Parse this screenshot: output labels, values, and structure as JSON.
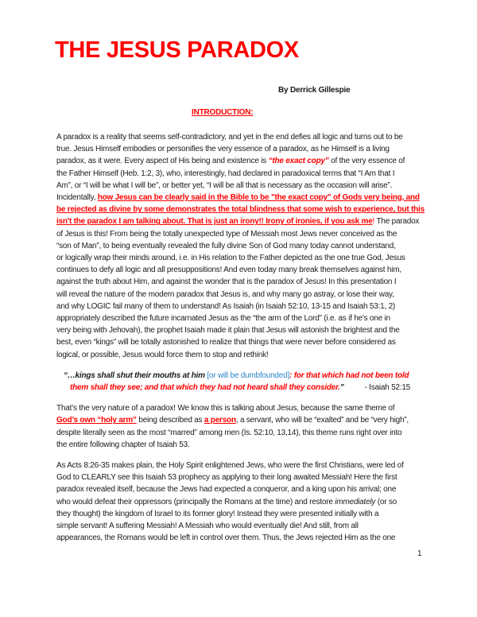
{
  "document": {
    "title": "THE JESUS PARADOX",
    "author": "By Derrick Gillespie",
    "section_heading": "INTRODUCTION:",
    "page_number": "1",
    "colors": {
      "accent_red": "#ff0000",
      "blue": "#2e86c9",
      "text": "#1a1a1a"
    },
    "paragraphs": [
      {
        "type": "body",
        "lines": [
          [
            {
              "s": "n",
              "t": "A paradox is a reality that seems self-contradictory, and yet in the end defies all logic and turns out to be"
            }
          ],
          [
            {
              "s": "n",
              "t": "true. Jesus Himself embodies or personifies the very essence of a paradox, as he Himself is a living"
            }
          ],
          [
            {
              "s": "n",
              "t": "paradox, as it were. Every aspect of His being and existence is "
            },
            {
              "s": "ri",
              "t": "“the exact copy”"
            },
            {
              "s": "n",
              "t": " of the very essence of"
            }
          ],
          [
            {
              "s": "n",
              "t": "the Father Himself (Heb. 1:2, 3), who, interestingly, had declared in paradoxical terms that “I Am that I"
            }
          ],
          [
            {
              "s": "n",
              "t": "Am”, or “I will be what I will be”, or better yet, “I will be all that is necessary as the occasion will arise”."
            }
          ],
          [
            {
              "s": "n",
              "t": "Incidentally, "
            },
            {
              "s": "ru",
              "t": "how Jesus can be clearly said in the Bible to be \"the exact copy\" of Gods very being, and"
            }
          ],
          [
            {
              "s": "ru",
              "t": "be rejected as divine by some demonstrates the total blindness that some wish to experience, but this"
            }
          ],
          [
            {
              "s": "ru",
              "t": "isn't the paradox I am talking about. That is just an irony!! Irony of ironies, if you ask me"
            },
            {
              "s": "r",
              "t": "!"
            },
            {
              "s": "n",
              "t": " The paradox"
            }
          ],
          [
            {
              "s": "n",
              "t": "of Jesus is this! From being the totally unexpected type of Messiah most Jews never conceived as the"
            }
          ],
          [
            {
              "s": "n",
              "t": "“son of Man”, to being eventually revealed the fully divine Son of God many today cannot understand,"
            }
          ],
          [
            {
              "s": "n",
              "t": "or logically wrap their minds around, i.e. in His relation to the Father depicted as the one true God, Jesus"
            }
          ],
          [
            {
              "s": "n",
              "t": "continues to defy all logic and all presuppositions! And even today many break themselves against him,"
            }
          ],
          [
            {
              "s": "n",
              "t": "against the truth about Him, and against the wonder that is the paradox of Jesus! In this presentation I"
            }
          ],
          [
            {
              "s": "n",
              "t": "will reveal the nature of the modern paradox that Jesus is, and why many go astray, or lose their way,"
            }
          ],
          [
            {
              "s": "n",
              "t": "and why LOGIC fail many of them to understand! As Isaiah (in Isaiah 52:10, 13-15 and Isaiah 53:1, 2)"
            }
          ],
          [
            {
              "s": "n",
              "t": "appropriately described the future incarnated Jesus as the “the arm of the Lord” (i.e. as if he's one in"
            }
          ],
          [
            {
              "s": "n",
              "t": "very being with Jehovah), the prophet Isaiah made it plain that Jesus will astonish the brightest and the"
            }
          ],
          [
            {
              "s": "n",
              "t": "best, even “kings” will be totally astonished to realize that things that were never before considered as"
            }
          ],
          [
            {
              "s": "n",
              "t": "logical, or possible, Jesus would force them to stop and rethink!"
            }
          ]
        ]
      },
      {
        "type": "quote",
        "lines": [
          [
            {
              "s": "bi",
              "t": "“…kings shall shut their mouths at him "
            },
            {
              "s": "blue",
              "t": "[or will be dumbfounded]"
            },
            {
              "s": "ri",
              "t": ": for that which had not been told"
            }
          ],
          [
            {
              "s": "ri",
              "t": "them shall they see; and that which they had not heard shall they consider."
            },
            {
              "s": "bi",
              "t": "”"
            },
            {
              "s": "gap",
              "t": ""
            },
            {
              "s": "n",
              "t": "- Isaiah 52:15"
            }
          ]
        ]
      },
      {
        "type": "body",
        "lines": [
          [
            {
              "s": "n",
              "t": "That’s the very nature of a paradox! We know this is talking about Jesus, because the same theme of"
            }
          ],
          [
            {
              "s": "ru",
              "t": "God’s own “holy arm”"
            },
            {
              "s": "n",
              "t": " being described as "
            },
            {
              "s": "ru",
              "t": "a person"
            },
            {
              "s": "n",
              "t": ", a servant, who will be “exalted” and be “very high”,"
            }
          ],
          [
            {
              "s": "n",
              "t": "despite literally seen as the most “marred” among men (Is. 52:10, 13,14), this theme runs right over into"
            }
          ],
          [
            {
              "s": "n",
              "t": "the entire following chapter of Isaiah 53."
            }
          ]
        ]
      },
      {
        "type": "body",
        "lines": [
          [
            {
              "s": "n",
              "t": "As Acts 8:26-35 makes plain, the Holy Spirit enlightened Jews, who were the first Christians, were led of"
            }
          ],
          [
            {
              "s": "n",
              "t": "God to CLEARLY see this Isaiah 53 prophecy as applying to their long awaited Messiah! Here the first"
            }
          ],
          [
            {
              "s": "n",
              "t": "paradox revealed itself, because the Jews had expected a conqueror, and a king upon his arrival; one"
            }
          ],
          [
            {
              "s": "n",
              "t": "who would defeat their oppressors (principally the Romans at the time) and restore "
            },
            {
              "s": "i",
              "t": "immediately"
            },
            {
              "s": "n",
              "t": " (or so"
            }
          ],
          [
            {
              "s": "n",
              "t": "they thought) the kingdom of Israel to its former glory! Instead they were presented initially with a"
            }
          ],
          [
            {
              "s": "n",
              "t": "simple servant! A suffering Messiah! A Messiah who would eventually die! And still, from all"
            }
          ],
          [
            {
              "s": "n",
              "t": "appearances, the Romans would be left in control over them. Thus, the Jews rejected Him as the one"
            }
          ]
        ]
      }
    ]
  }
}
